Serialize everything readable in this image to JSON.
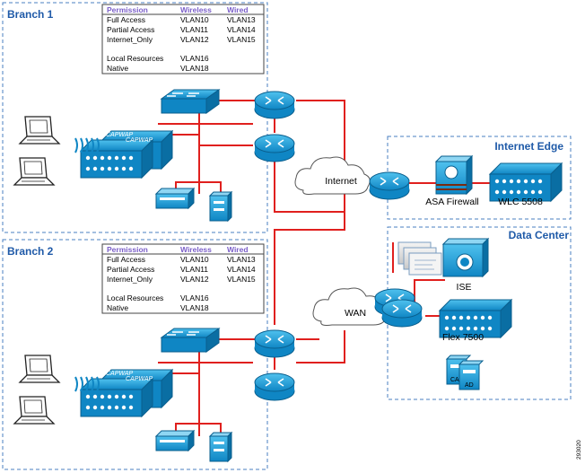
{
  "zones": {
    "branch1": "Branch 1",
    "branch2": "Branch 2",
    "internet_edge": "Internet Edge",
    "data_center": "Data Center"
  },
  "vlan_table": {
    "headers": [
      "Permission",
      "Wireless",
      "Wired"
    ],
    "rows": [
      [
        "Full Access",
        "VLAN10",
        "VLAN13"
      ],
      [
        "Partial Access",
        "VLAN11",
        "VLAN14"
      ],
      [
        "Internet_Only",
        "VLAN12",
        "VLAN15"
      ],
      [
        "",
        "",
        ""
      ],
      [
        "Local Resources",
        "VLAN16",
        ""
      ],
      [
        "Native",
        "VLAN18",
        ""
      ]
    ]
  },
  "clouds": {
    "internet": "Internet",
    "wan": "WAN"
  },
  "devices": {
    "firewall": "ASA Firewall",
    "wlc": "WLC 5508",
    "ise": "ISE",
    "flex": "Flex 7500",
    "ca": "CA",
    "ad": "AD",
    "capwap": "CAPWAP"
  },
  "figure_id": "293020",
  "colors": {
    "link": "#e0201e",
    "device": "#1a9ad6",
    "zone_border": "#4a7fc0",
    "zone_title": "#1f5aa8"
  }
}
